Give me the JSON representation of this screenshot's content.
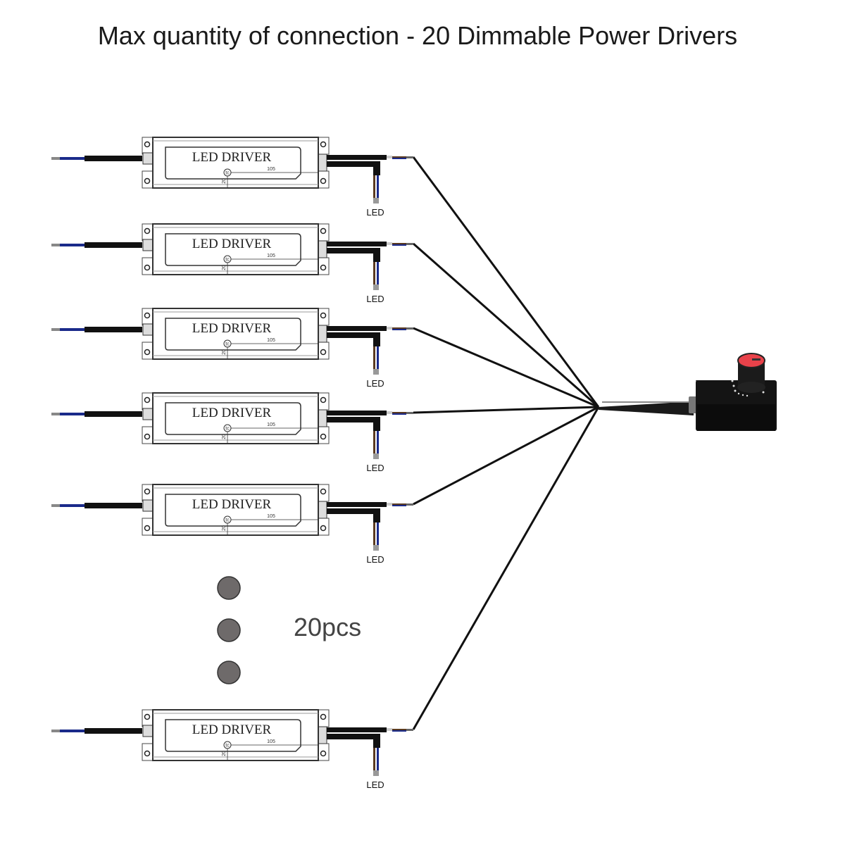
{
  "title": "Max quantity of connection - 20 Dimmable Power Drivers",
  "quantity_label": "20pcs",
  "driver": {
    "label": "LED DRIVER",
    "tc_label": "tc",
    "dimension_label": "105",
    "temp_label": "20",
    "output_label": "LED"
  },
  "drivers_shown": 6,
  "ellipsis_dots": 3,
  "dimmer": {
    "type": "rotary knob dimmer",
    "knob_color": "#e8424a",
    "body_color": "#111111"
  },
  "colors": {
    "wire": "#111111",
    "blue_wire": "#1a2a8a",
    "brown_wire": "#5a3a20",
    "dot": "#6e6a6a"
  }
}
